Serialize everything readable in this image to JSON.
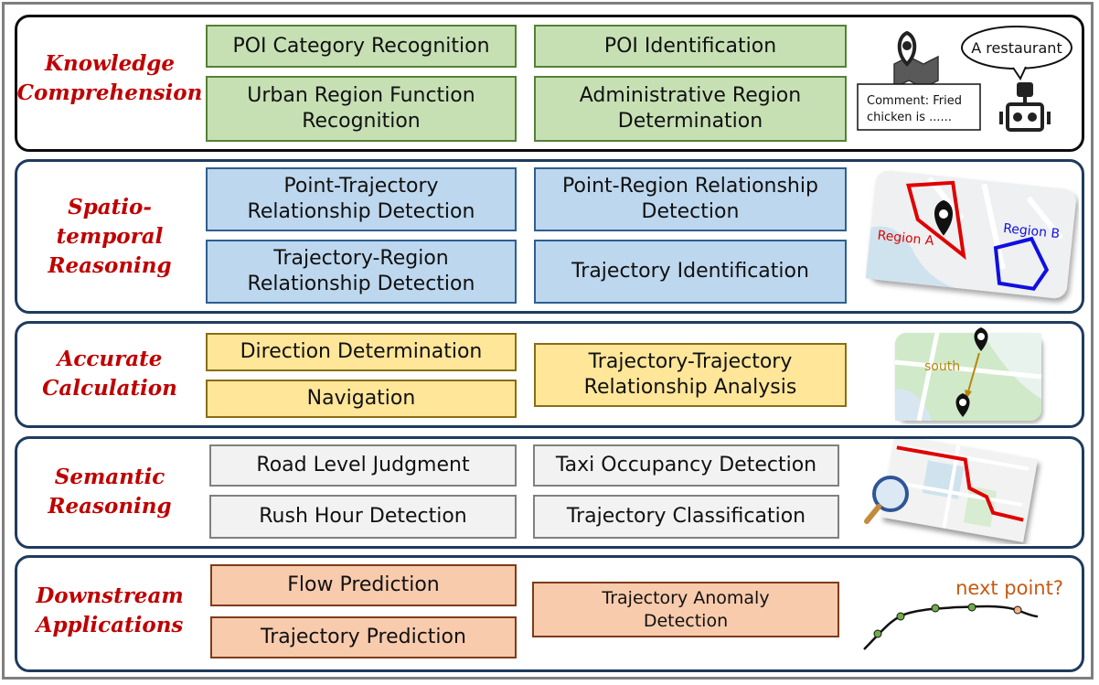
{
  "sections": [
    {
      "label": "Knowledge\nComprehension",
      "tasks": [
        "POI Category Recognition",
        "POI Identification",
        "Urban Region Function\nRecognition",
        "Administrative Region\nDetermination"
      ],
      "illustration": {
        "bubble": "A restaurant",
        "comment": "Comment: Fried\nchicken is ......"
      }
    },
    {
      "label": "Spatio-temporal\nReasoning",
      "tasks": [
        "Point-Trajectory\nRelationship Detection",
        "Point-Region Relationship\nDetection",
        "Trajectory-Region\nRelationship Detection",
        "Trajectory Identification"
      ],
      "illustration": {
        "region_a": "Region A",
        "region_b": "Region B"
      }
    },
    {
      "label": "Accurate\nCalculation",
      "tasks": [
        "Direction Determination",
        "Trajectory-Trajectory\nRelationship Analysis",
        "Navigation"
      ],
      "illustration": {
        "direction": "south"
      }
    },
    {
      "label": "Semantic\nReasoning",
      "tasks": [
        "Road Level Judgment",
        "Taxi Occupancy Detection",
        "Rush Hour Detection",
        "Trajectory Classification"
      ],
      "illustration": {}
    },
    {
      "label": "Downstream\nApplications",
      "tasks": [
        "Flow Prediction",
        "Trajectory Anomaly\nDetection",
        "Trajectory Prediction"
      ],
      "illustration": {
        "caption": "next point?"
      }
    }
  ],
  "colors": {
    "label_red": "#c00000",
    "green_fill": "#c6e0b4",
    "blue_fill": "#bdd7ee",
    "yellow_fill": "#ffe699",
    "gray_fill": "#f2f2f2",
    "orange_fill": "#f8cbad",
    "route_red": "#e00000",
    "next_point_orange": "#c55a11"
  },
  "icons": [
    "map-pin-icon",
    "robot-icon",
    "magnifier-icon",
    "location-marker-icon"
  ]
}
